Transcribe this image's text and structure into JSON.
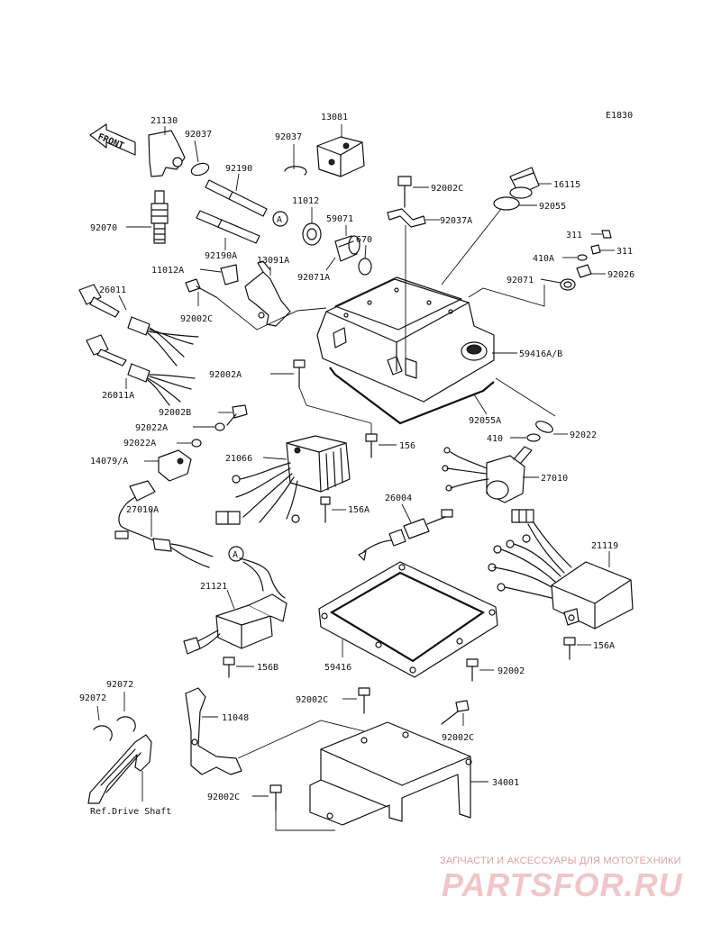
{
  "diagram_code": "E1830",
  "front_arrow": "FRONT",
  "ref_text": "Ref.Drive Shaft",
  "callout_a": "A",
  "parts": {
    "p21130": "21130",
    "p92037a": "92037",
    "p92037b": "92037",
    "p13081": "13081",
    "p92190": "92190",
    "p92190a": "92190A",
    "p92070": "92070",
    "p11012": "11012",
    "p59071": "59071",
    "p670": "670",
    "p92071a": "92071A",
    "p11012a": "11012A",
    "p13091a": "13091A",
    "p26011": "26011",
    "p92002c_1": "92002C",
    "p26011a": "26011A",
    "p92002a": "92002A",
    "p92002b": "92002B",
    "p92022a_1": "92022A",
    "p92022a_2": "92022A",
    "p14079": "14079/A",
    "p21066": "21066",
    "p156": "156",
    "p156a_1": "156A",
    "p27010a": "27010A",
    "p26004": "26004",
    "p21121": "21121",
    "p156b": "156B",
    "p59416": "59416",
    "p92002": "92002",
    "p92002c_top": "92002C",
    "p92037aa": "92037A",
    "p16115": "16115",
    "p92055": "92055",
    "p311a": "311",
    "p311b": "311",
    "p410a": "410A",
    "p92026": "92026",
    "p92071": "92071",
    "p59416ab": "59416A/B",
    "p92055a": "92055A",
    "p410": "410",
    "p92022": "92022",
    "p27010": "27010",
    "p21119": "21119",
    "p156a_2": "156A",
    "p92072a": "92072",
    "p92072b": "92072",
    "p11048": "11048",
    "p92002c_2": "92002C",
    "p92002c_3": "92002C",
    "p34001": "34001",
    "p92002c_4": "92002C"
  },
  "watermark": {
    "tagline": "ЗАПЧАСТИ И АКСЕССУАРЫ ДЛЯ МОТОТЕХНИКИ",
    "logo": "PARTSFOR.RU"
  }
}
